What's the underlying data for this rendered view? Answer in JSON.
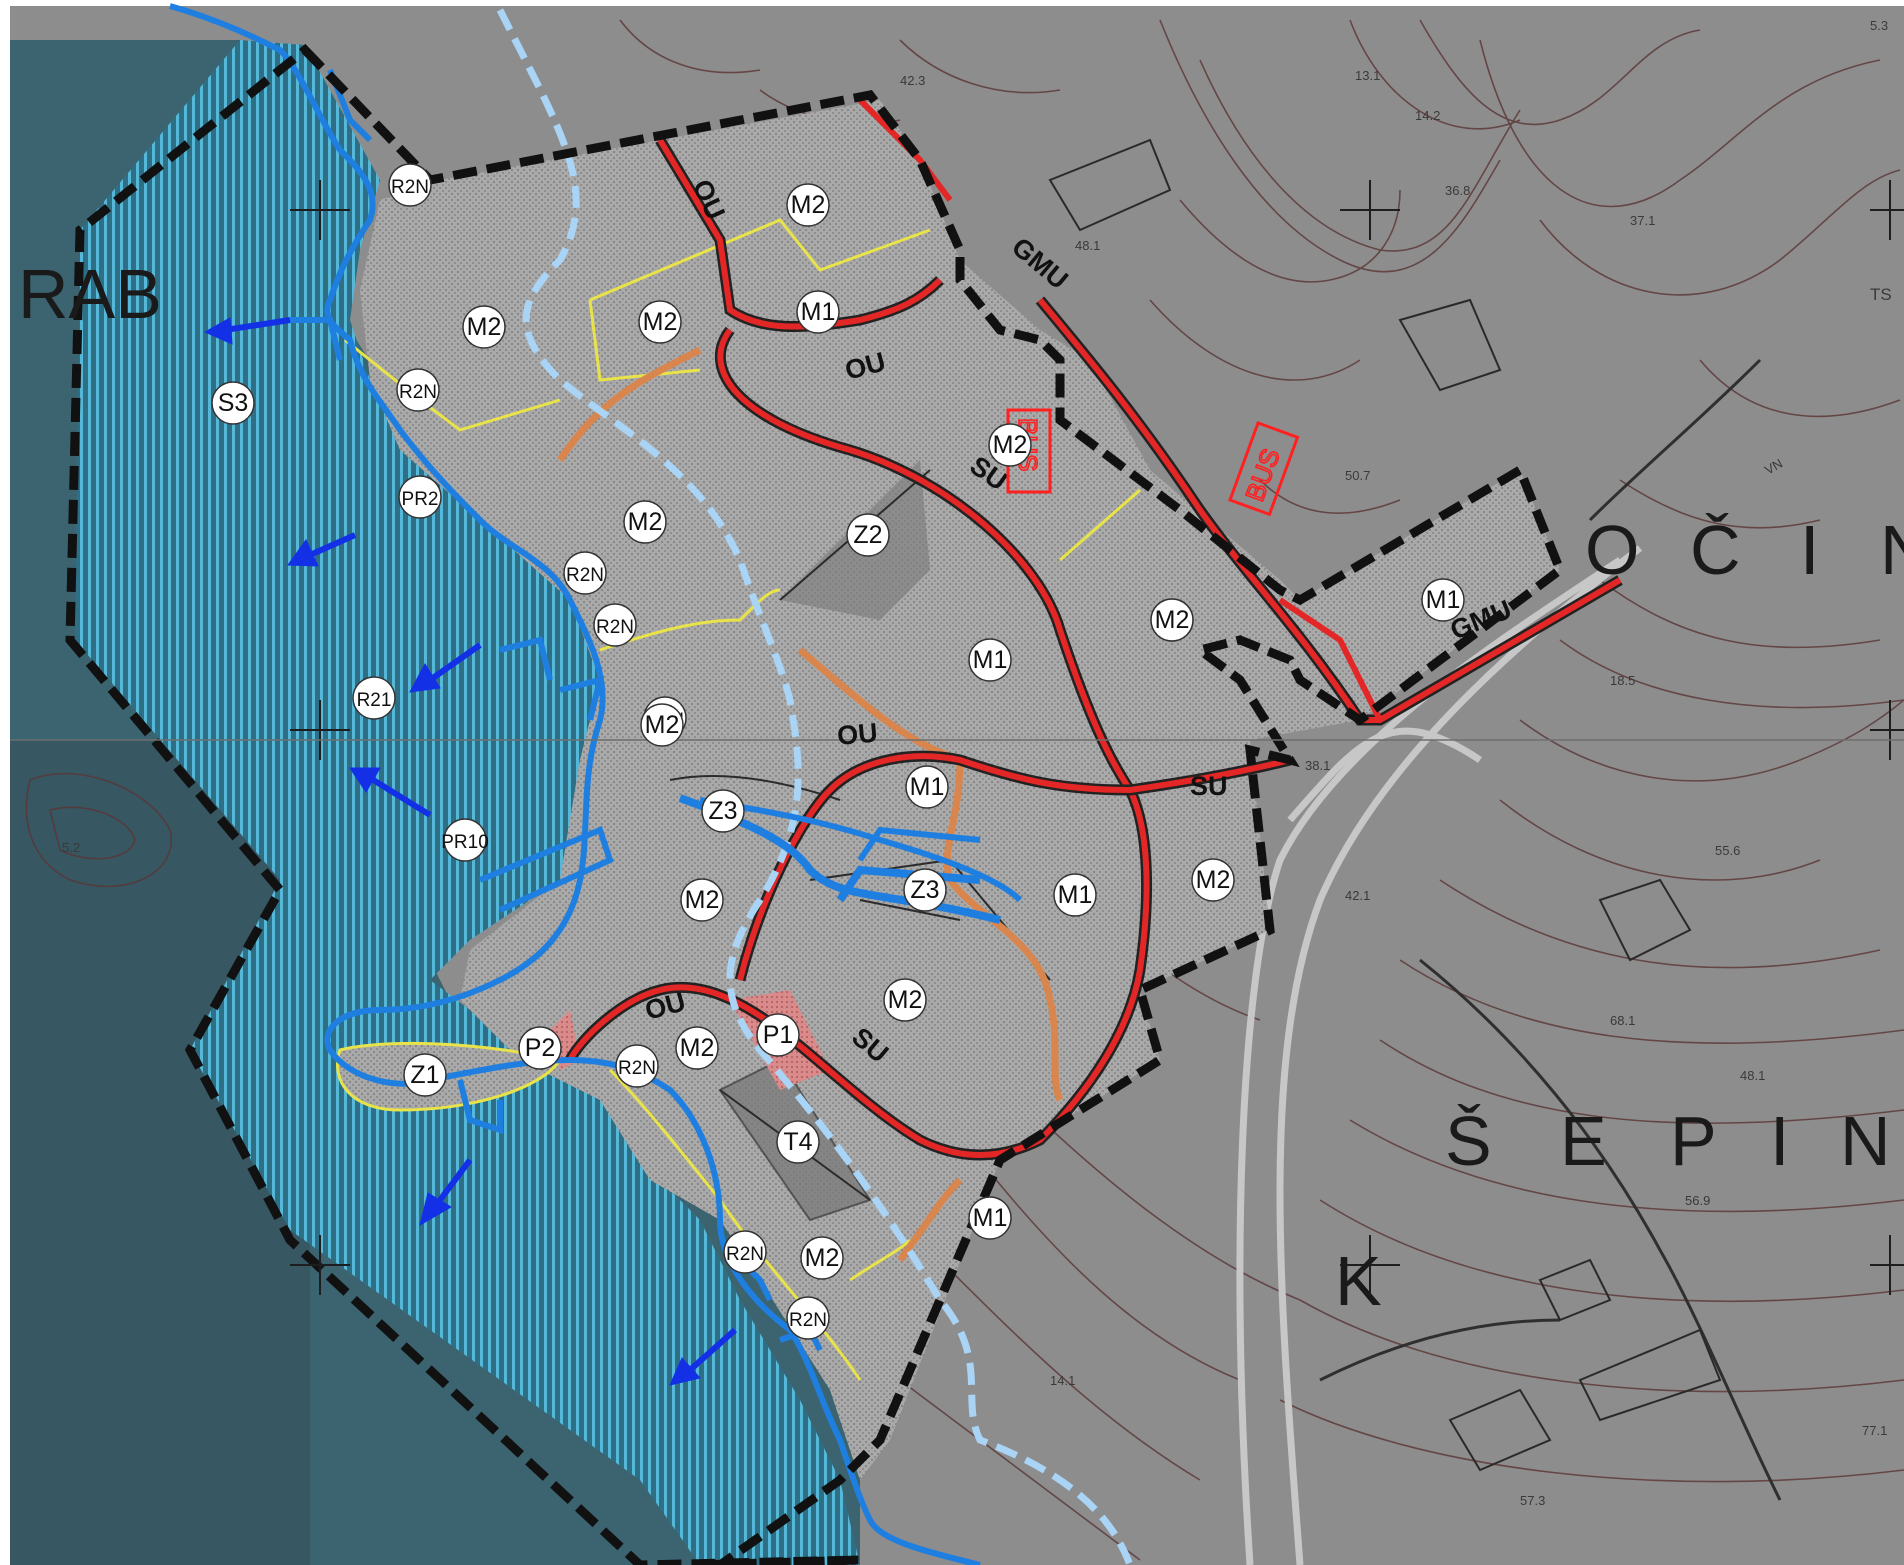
{
  "map": {
    "place_labels": [
      {
        "text": "RAB"
      },
      {
        "text": "O"
      },
      {
        "text": "Č"
      },
      {
        "text": "I"
      },
      {
        "text": "N"
      },
      {
        "text": "Š"
      },
      {
        "text": "E"
      },
      {
        "text": "P"
      },
      {
        "text": "I"
      },
      {
        "text": "N"
      },
      {
        "text": "K"
      }
    ],
    "zone_labels": [
      "R2N",
      "R2N",
      "S3",
      "PR2",
      "R2N",
      "R2N",
      "R21",
      "R2N",
      "PR10",
      "P2",
      "Z1",
      "R2N",
      "R2N",
      "R2N",
      "M2",
      "M2",
      "M1",
      "M2",
      "M2",
      "M2",
      "Z2",
      "M2",
      "M2",
      "M1",
      "Z3",
      "Z3",
      "M2",
      "M1",
      "M2",
      "P1",
      "M2",
      "T4",
      "M1",
      "M2",
      "M2",
      "M1",
      "M2",
      "M1"
    ],
    "road_labels": [
      "OU",
      "OU",
      "SU",
      "GMU",
      "OU",
      "SU",
      "SU",
      "OU",
      "GMU"
    ],
    "bus_labels": [
      "BUS",
      "BUS"
    ],
    "elevation_labels": [
      "42.3",
      "13.1",
      "14.2",
      "36.8",
      "37.1",
      "48.1",
      "50.7",
      "18.5",
      "38.1",
      "42.1",
      "55.6",
      "68.1",
      "48.1",
      "56.9",
      "14.1",
      "57.3",
      "77.1",
      "5.2",
      "5.3",
      "TS",
      "VN"
    ],
    "colors": {
      "background": "#8c8c8c",
      "sea_left": "#37616a",
      "sea_hatch": "#4fb6d6",
      "boundary": "#111111",
      "road_main": "#e32626",
      "road_service": "#d9864e",
      "path_yellow": "#e9e34a",
      "coast_blue": "#1f7fe0",
      "stream_dashed": "#a9d4f5",
      "arrow_blue": "#1330e6",
      "bus_red": "#ff2020"
    }
  }
}
